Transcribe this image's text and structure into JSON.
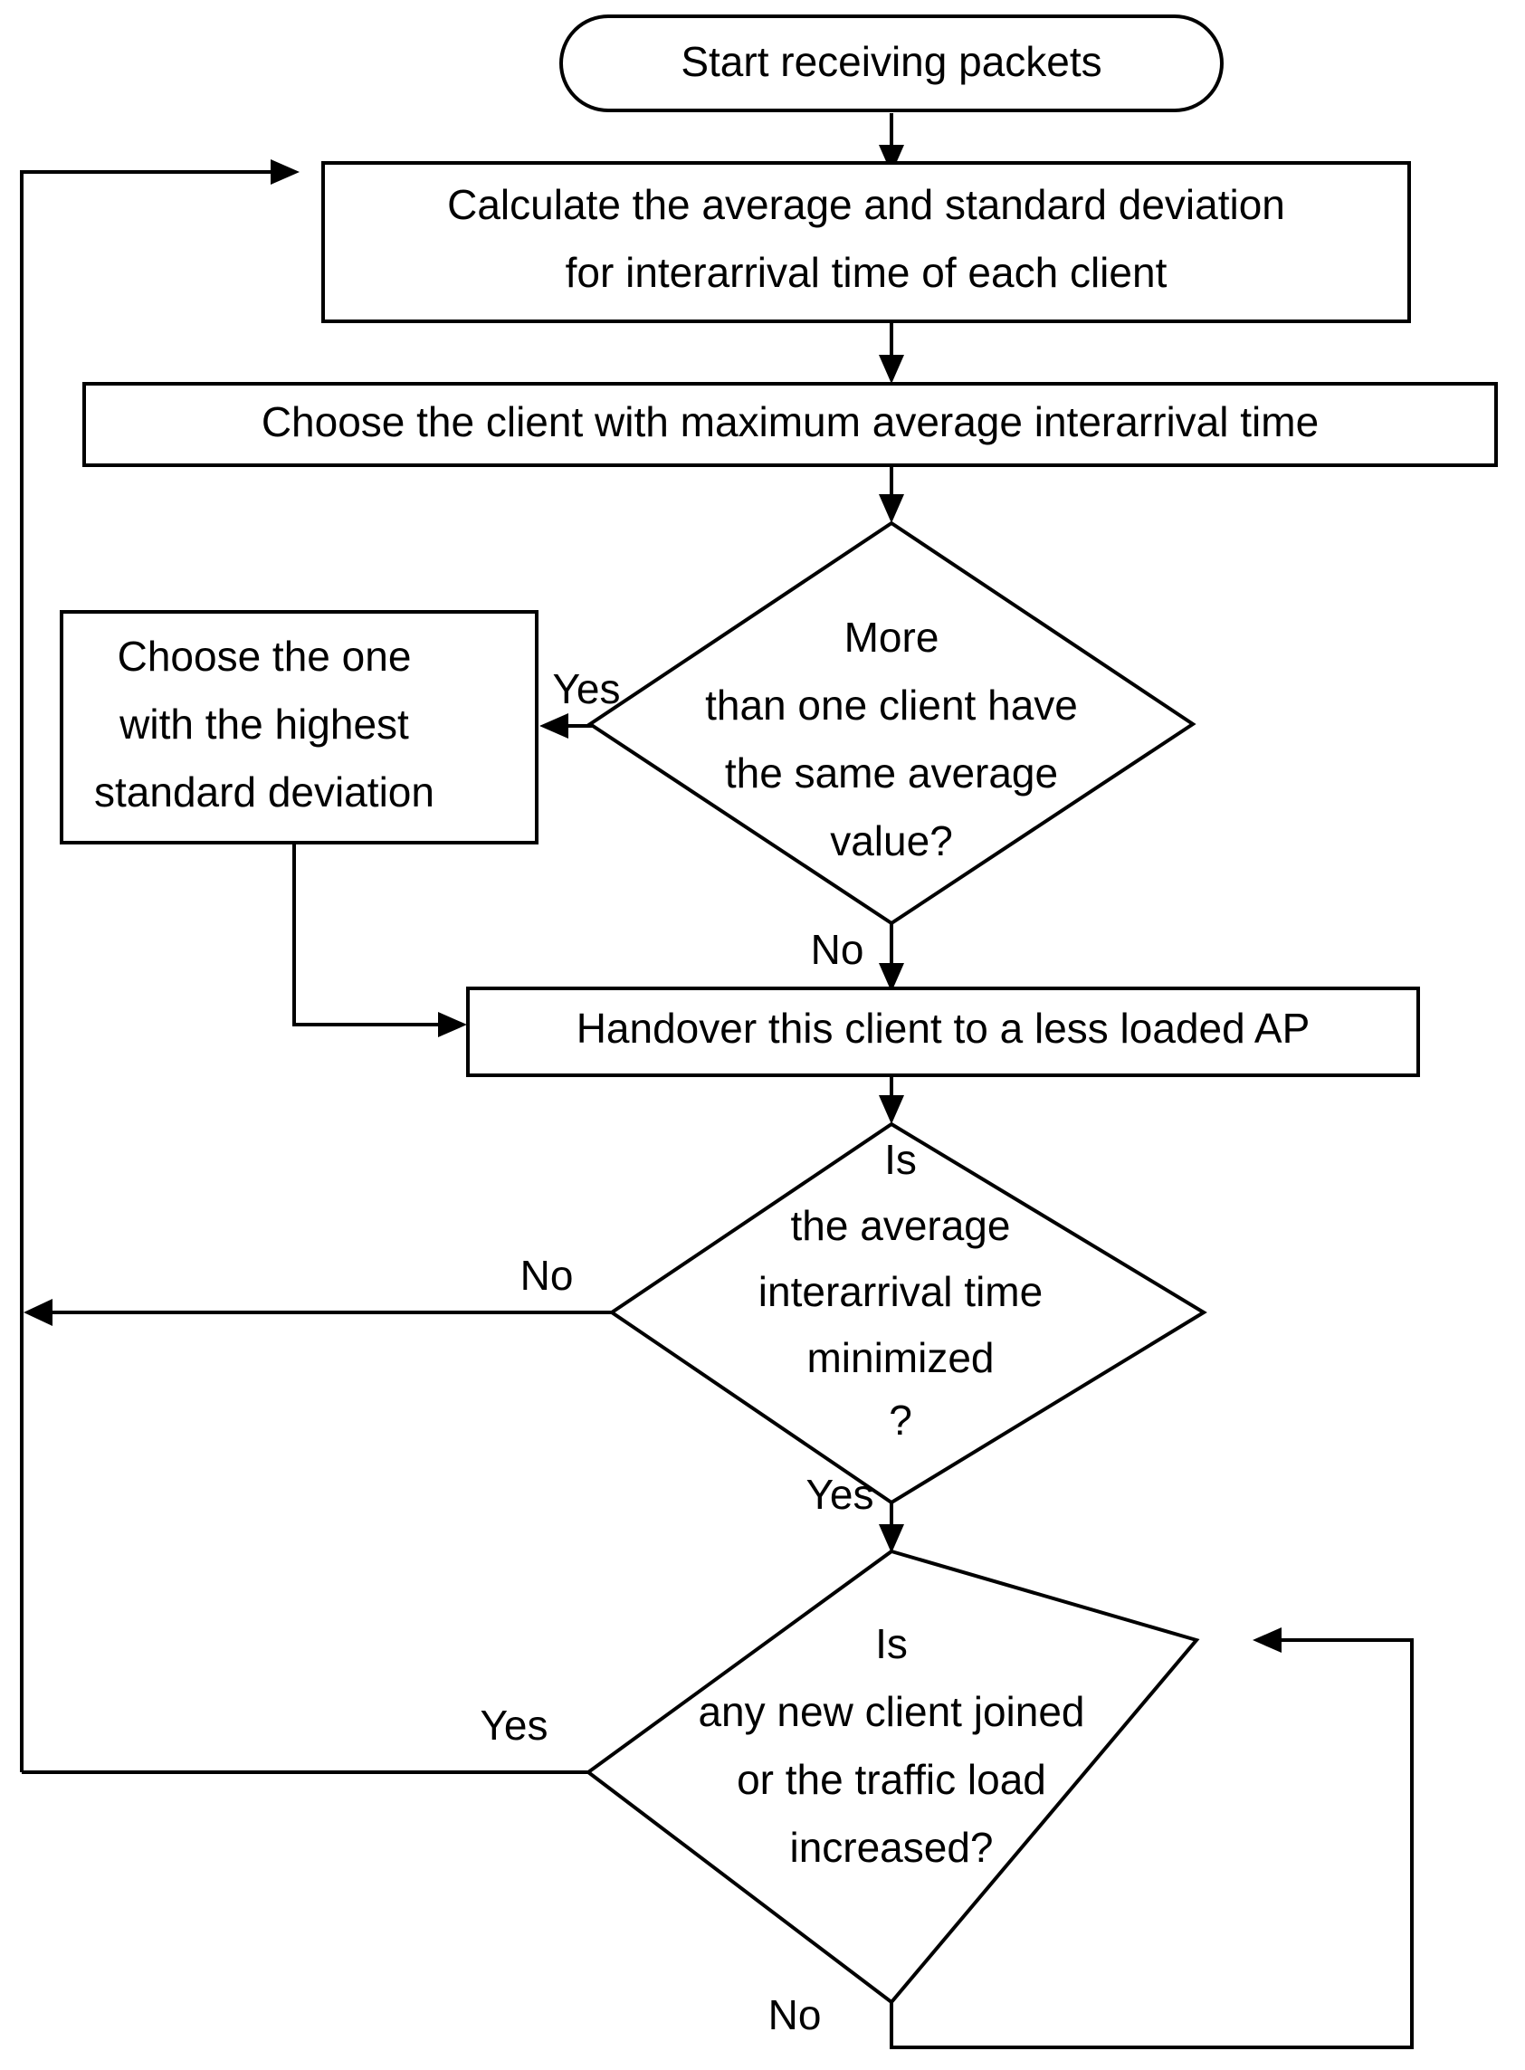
{
  "diagram": {
    "title": "Client handover decision flowchart",
    "background_color": "#ffffff",
    "line_color": "#000000",
    "text_color": "#000000"
  },
  "nodes": {
    "start": {
      "type": "terminator",
      "label": "Start receiving packets"
    },
    "calculate": {
      "type": "process",
      "line1": "Calculate the average and standard deviation",
      "line2": "for interarrival time of each client"
    },
    "choose_max": {
      "type": "process",
      "label": "Choose the client with maximum average interarrival time"
    },
    "decide_same_average": {
      "type": "decision",
      "line1": "More",
      "line2": "than one client have",
      "line3": "the same average",
      "line4": "value?"
    },
    "choose_highest_sd": {
      "type": "process",
      "line1": "Choose the one",
      "line2": "with the highest",
      "line3": "standard deviation"
    },
    "handover": {
      "type": "process",
      "label": "Handover this client to a less loaded AP"
    },
    "decide_minimized": {
      "type": "decision",
      "line1": "Is",
      "line2": "the average",
      "line3": "interarrival time",
      "line4": "minimized",
      "line5": "?"
    },
    "decide_new_client": {
      "type": "decision",
      "line1": "Is",
      "line2": "any new client joined",
      "line3": "or the traffic load",
      "line4": "increased?"
    }
  },
  "edge_labels": {
    "same_average_yes": "Yes",
    "same_average_no": "No",
    "minimized_no": "No",
    "minimized_yes": "Yes",
    "new_client_yes": "Yes",
    "new_client_no": "No"
  }
}
